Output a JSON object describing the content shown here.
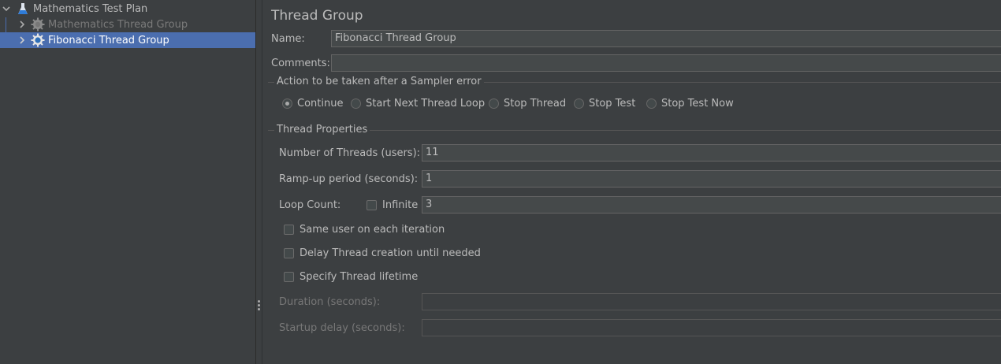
{
  "tree": {
    "items": [
      {
        "label": "Mathematics Test Plan",
        "icon": "flask-icon",
        "expanded": true,
        "level": 0
      },
      {
        "label": "Mathematics Thread Group",
        "icon": "gear-icon",
        "expanded": false,
        "level": 1,
        "disabled": true
      },
      {
        "label": "Fibonacci Thread Group",
        "icon": "gear-icon",
        "expanded": false,
        "level": 1,
        "selected": true
      }
    ]
  },
  "panel": {
    "title": "Thread Group",
    "name_label": "Name:",
    "name_value": "Fibonacci Thread Group",
    "comments_label": "Comments:",
    "comments_value": "",
    "sampler_error": {
      "title": "Action to be taken after a Sampler error",
      "options": [
        "Continue",
        "Start Next Thread Loop",
        "Stop Thread",
        "Stop Test",
        "Stop Test Now"
      ],
      "selected": "Continue"
    },
    "thread_properties": {
      "title": "Thread Properties",
      "threads_label": "Number of Threads (users):",
      "threads_value": "11",
      "rampup_label": "Ramp-up period (seconds):",
      "rampup_value": "1",
      "loop_label": "Loop Count:",
      "infinite_label": "Infinite",
      "infinite_checked": false,
      "loop_value": "3",
      "same_user_label": "Same user on each iteration",
      "delay_label": "Delay Thread creation until needed",
      "lifetime_label": "Specify Thread lifetime",
      "duration_label": "Duration (seconds):",
      "duration_value": "",
      "startup_label": "Startup delay (seconds):",
      "startup_value": ""
    }
  },
  "colors": {
    "selection": "#4b6eaf",
    "background": "#3c3f41",
    "field": "#45494a"
  }
}
